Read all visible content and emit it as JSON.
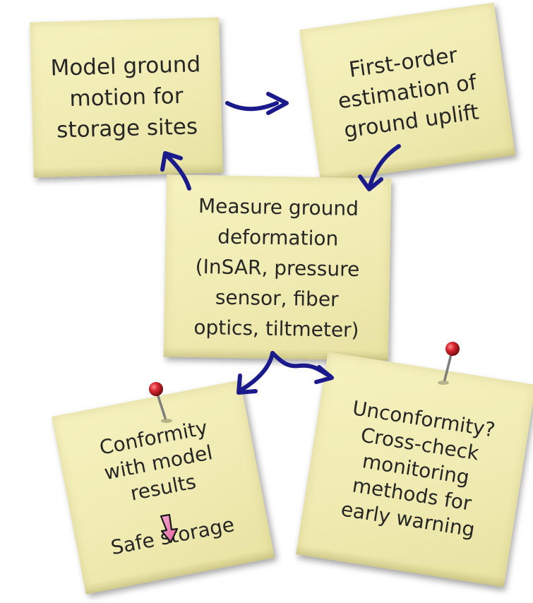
{
  "notes": {
    "model": {
      "lines": [
        "Model ground",
        "motion for",
        "storage sites"
      ]
    },
    "estimation": {
      "lines": [
        "First-order",
        "estimation of",
        "ground uplift"
      ]
    },
    "measure": {
      "lines": [
        "Measure ground",
        "deformation",
        "(InSAR, pressure",
        "sensor, fiber",
        "optics, tiltmeter)"
      ]
    },
    "conformity": {
      "lines": [
        "Conformity",
        "with model",
        "results"
      ],
      "outcome": "Safe storage"
    },
    "unconformity": {
      "lines": [
        "Unconformity?",
        "Cross-check",
        "monitoring",
        "methods for",
        "early warning"
      ]
    }
  },
  "colors": {
    "note": "#f2eeb6",
    "arrow": "#1a1a8c",
    "pin_head": "#d8242e",
    "down_arrow": "#ee7fb2"
  },
  "icons": [
    "pushpin-icon",
    "down-arrow-icon"
  ]
}
